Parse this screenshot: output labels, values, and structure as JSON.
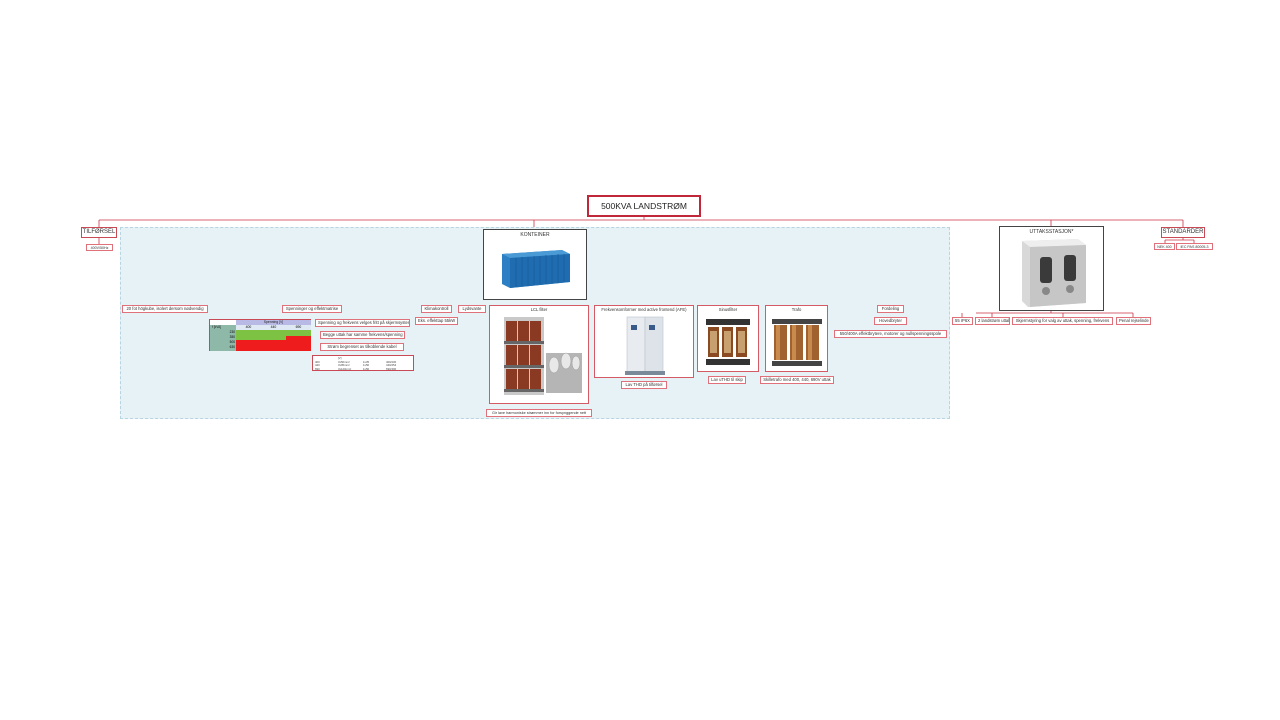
{
  "root": {
    "title": "500KVA LANDSTRØM"
  },
  "tilforsel": {
    "title": "TILFØRSEL",
    "children": [
      "400V/50Hz"
    ]
  },
  "konteiner": {
    "title": "KONTEINER",
    "items": {
      "ft20": "20 fot högkube, isolert dersom nødvendig",
      "spenninger": "Spenninger og effektmatrise",
      "klima": "Klimakontroll",
      "klima_child": "Eks. effekttap 55kW",
      "lydsvante": "Lydsvante",
      "lcl": "LCL filter",
      "lcl_note": "Gir lave harmoniske strømmer inn for forsynggende nett",
      "afe": "Frekvensomformer med active frontend (AFE)",
      "afe_note": "Lav THD på tilførsel",
      "sinus": "Sinusfilter",
      "sinus_note": "Lav uTHD til skip",
      "trafo": "Trafo",
      "trafo_note": "Skilletrafo med 400, 440, 690V uttak",
      "fordeling": "Fordeling",
      "hovedbryter": "Hovedbryter",
      "motor": "550/400A effektbrytere, motorer og nullspenningsspole"
    },
    "spenn_notes": [
      "Spenning og frekvens velges fritt på skjermsystem",
      "Begge uttak har samme frekvens/spenning",
      "Strøm begrenset av tilkoblende kabel"
    ],
    "matrix": {
      "header": "Spenning [V]",
      "corner": "f [kVA]",
      "cols": [
        "400",
        "440",
        "690"
      ],
      "rows": [
        "230",
        "350",
        "500",
        "630"
      ]
    },
    "cable_table": {
      "headers": [
        "",
        "[V]",
        "",
        ""
      ],
      "rows": [
        [
          "400",
          "3x50mm²",
          "1x35",
          "400/230"
        ],
        [
          "440",
          "3x95mm²",
          "1x50",
          "440/254"
        ],
        [
          "690",
          "3x120mm²",
          "1x50",
          "690/400"
        ]
      ]
    }
  },
  "uttak": {
    "title": "UTTAKSSTASJON*",
    "children": [
      "55 IP6X",
      "2 landstrøm uttak",
      "Skjermstyring for valg av uttak, spenning, frekvens",
      "Penal rejselinde"
    ]
  },
  "standarder": {
    "title": "STANDARDER",
    "children": [
      "NEK 400",
      "IEC PAS 80005-3"
    ]
  },
  "colors": {
    "line": "#cc3344",
    "panel": "#e6f2f6",
    "container": "#2b7fc2"
  }
}
